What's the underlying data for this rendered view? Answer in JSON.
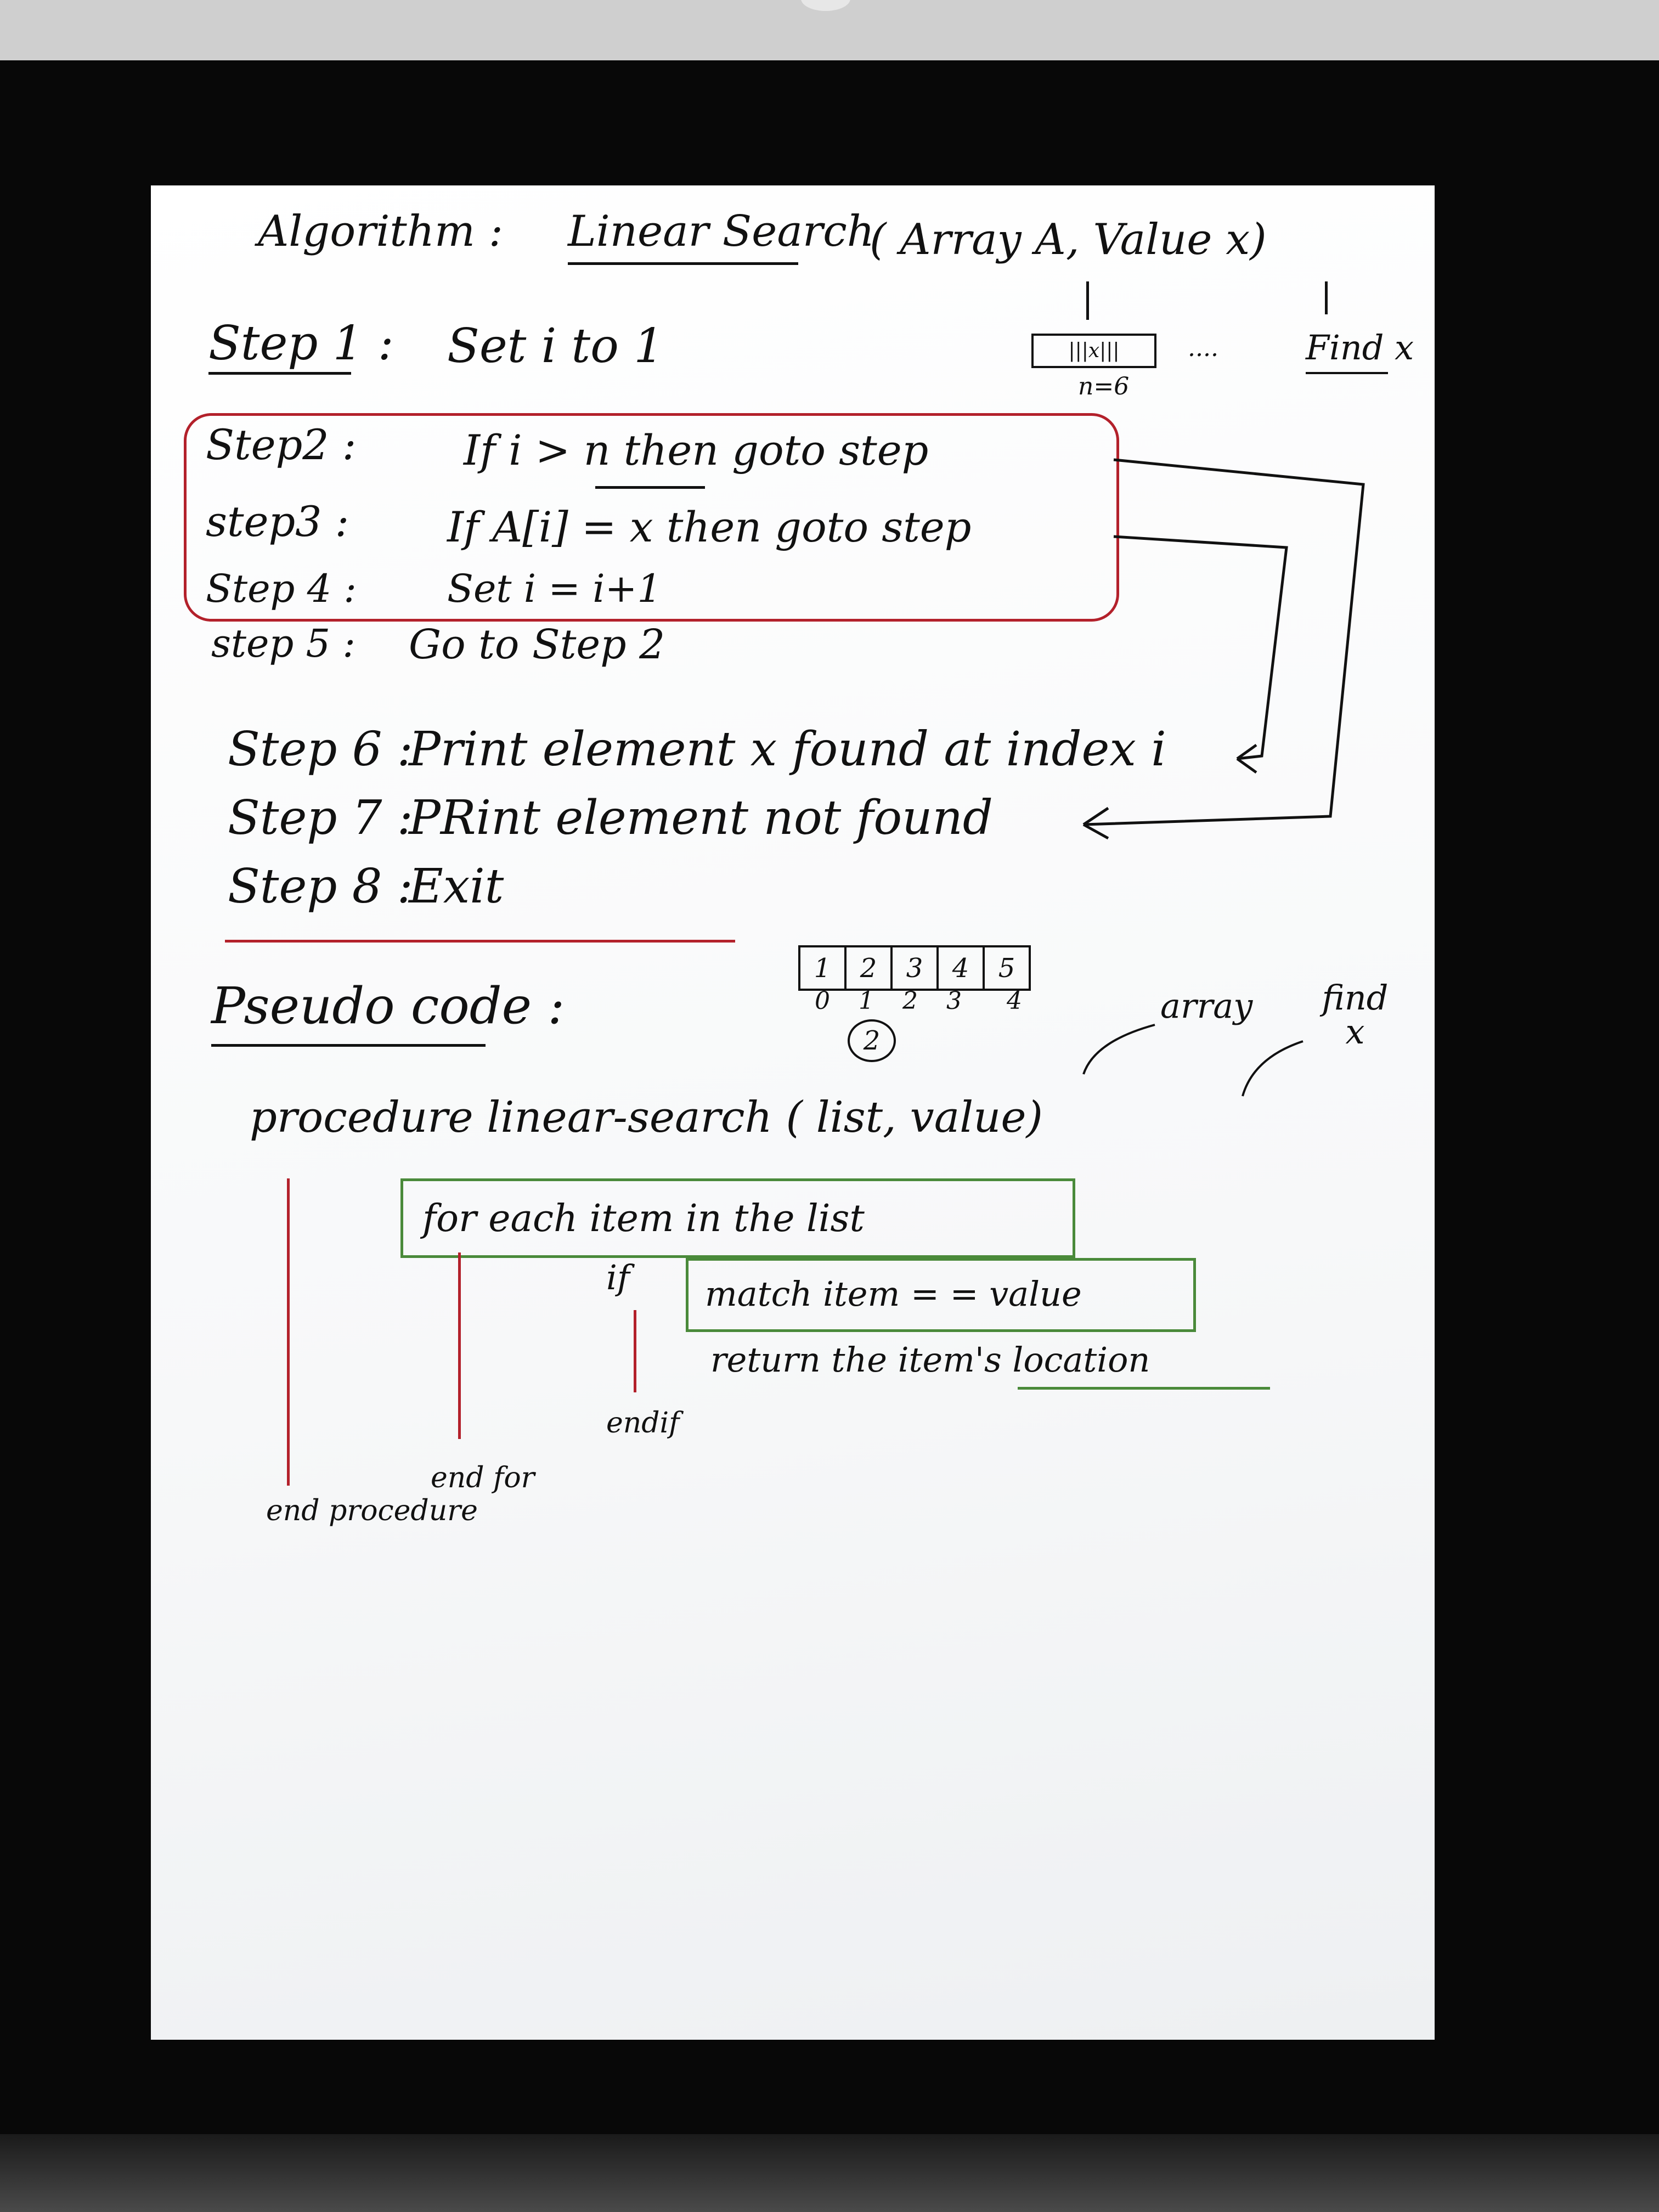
{
  "title": {
    "label": "Algorithm :",
    "name": "Linear Search",
    "params": "( Array A, Value x)"
  },
  "annotations_top": {
    "find": "Find x",
    "n_eq": "n=6",
    "dots": "...."
  },
  "steps": [
    {
      "label": "Step 1 :",
      "text": "Set i to 1"
    },
    {
      "label": "Step2 :",
      "text": "If i > n then goto step"
    },
    {
      "label": "step3 :",
      "text": "If A[i] = x then goto step"
    },
    {
      "label": "Step 4 :",
      "text": "Set i = i+1"
    },
    {
      "label": "step 5 :",
      "text": "Go to Step 2"
    },
    {
      "label": "Step 6 :",
      "text": "Print element x found at index i"
    },
    {
      "label": "Step 7 :",
      "text": "PRint element not found"
    },
    {
      "label": "Step 8 :",
      "text": "Exit"
    }
  ],
  "array_example": {
    "cells": [
      "1",
      "2",
      "3",
      "4",
      "5"
    ],
    "indices": [
      "0",
      "1",
      "2",
      "3",
      "4"
    ],
    "circled": "2"
  },
  "pseudo": {
    "heading": "Pseudo code :",
    "array_note": "array",
    "find_note": "find x",
    "procedure": "procedure linear-search ( list, value)",
    "for_line": "for each item in the list",
    "if_kw": "if",
    "match_line": "match item = = value",
    "return_line": "return the item's location",
    "endif": "endif",
    "endfor": "end for",
    "endproc": "end procedure"
  },
  "colors": {
    "ink": "#111111",
    "red_ink": "#b3212b",
    "green_ink": "#4a8a3a",
    "screen": "#ffffff"
  }
}
